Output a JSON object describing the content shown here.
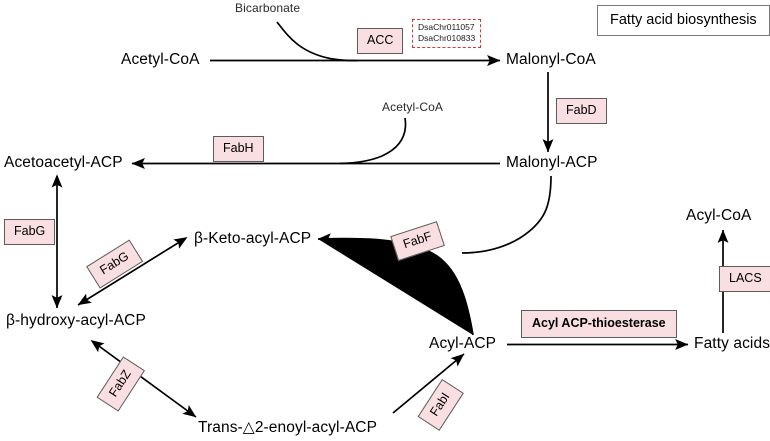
{
  "title_box": {
    "label": "Fatty acid biosynthesis"
  },
  "nodes": {
    "acetyl_coa": "Acetyl-CoA",
    "bicarbonate": "Bicarbonate",
    "malonyl_coa": "Malonyl-CoA",
    "acetyl_coa_2": "Acetyl-CoA",
    "malonyl_acp": "Malonyl-ACP",
    "acetoacetyl_acp": "Acetoacetyl-ACP",
    "beta_keto_acyl_acp": "β-Keto-acyl-ACP",
    "beta_hydroxy_acyl_acp": "β-hydroxy-acyl-ACP",
    "acyl_acp": "Acyl-ACP",
    "trans_enoyl_acyl_acp": "Trans-△2-enoyl-acyl-ACP",
    "fatty_acids": "Fatty acids",
    "acyl_coa_product": "Acyl-CoA"
  },
  "enzymes": {
    "acc": "ACC",
    "fabd": "FabD",
    "fabh": "FabH",
    "fabg_left": "FabG",
    "fabg_diag": "FabG",
    "fabf": "FabF",
    "fabz": "FabZ",
    "fabi": "FabI",
    "acyl_acp_thioesterase": "Acyl ACP-thioesterase",
    "lacs": "LACS"
  },
  "gene_box": {
    "gene_1": "DsaChr011057",
    "gene_2": "DsaChr010833"
  },
  "colors": {
    "enzyme_fill": "#f9dfe1",
    "enzyme_border": "#5c5c5c",
    "gene_box_border": "#e03434",
    "title_border": "#7a7a7a",
    "arrow": "#000000",
    "background": "#ffffff"
  }
}
